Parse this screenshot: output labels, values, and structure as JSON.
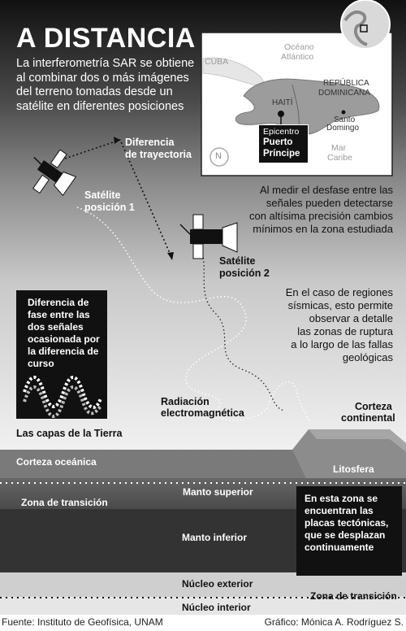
{
  "title": "A DISTANCIA",
  "intro": "La interferometría SAR se obtiene al combinar dos o más imágenes del terreno tomadas desde un satélite en diferentes posiciones",
  "labels": {
    "trajectory_diff_line1": "Diferencia",
    "trajectory_diff_line2": "de trayectoria",
    "sat1_line1": "Satélite",
    "sat1_line2": "posición 1",
    "sat2_line1": "Satélite",
    "sat2_line2": "posición 2",
    "radiation_line1": "Radiación",
    "radiation_line2": "electromagnética",
    "crust_cont_line1": "Corteza",
    "crust_cont_line2": "continental",
    "earth_layers": "Las capas de la Tierra"
  },
  "notes": {
    "note1_l1": "Al medir el desfase entre las",
    "note1_l2": "señales pueden detectarse",
    "note1_l3": "con altísima precisión cambios",
    "note1_l4": "mínimos en la zona estudiada",
    "note2_l1": "En el caso de regiones",
    "note2_l2": "sísmicas, esto permite",
    "note2_l3": "observar a detalle",
    "note2_l4": "las zonas de ruptura",
    "note2_l5": "a lo largo de las fallas",
    "note2_l6": "geológicas"
  },
  "phase_box": "Diferencia de fase entre las dos señales ocasionada por la diferencia de curso",
  "plate_box": "En esta zona se encuentran las placas tectónicas, que se desplazan continuamente",
  "map": {
    "cuba": "CUBA",
    "ocean_l1": "Océano",
    "ocean_l2": "Atlántico",
    "haiti": "HAITÍ",
    "dom_l1": "REPÚBLICA",
    "dom_l2": "DOMINICANA",
    "santo_l1": "Santo",
    "santo_l2": "Domingo",
    "sea_l1": "Mar",
    "sea_l2": "Caribe",
    "epicenter": "Epicentro",
    "pp_l1": "Puerto",
    "pp_l2": "Príncipe",
    "north": "N"
  },
  "layers": {
    "oceanic_crust": "Corteza oceánica",
    "lithosphere": "Litosfera",
    "transition1": "Zona de transición",
    "upper_mantle": "Manto superior",
    "lower_mantle": "Manto inferior",
    "outer_core": "Núcleo exterior",
    "transition2": "Zona de transición",
    "inner_core": "Núcleo interior"
  },
  "footer": {
    "source": "Fuente: Instituto de Geofísica, UNAM",
    "credit": "Gráfico: Mónica A. Rodríguez S."
  },
  "colors": {
    "sky_top": "#111111",
    "sky_bottom": "#f0f0f0",
    "outer_core": "#cfcfcf",
    "inner_core": "#e6e6e6",
    "lower_mantle": "#333333"
  }
}
